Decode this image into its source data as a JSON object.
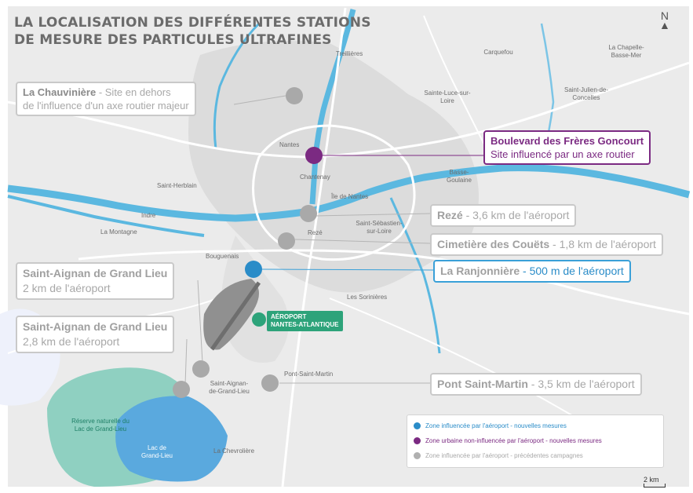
{
  "title": {
    "line1": "LA LOCALISATION DES DIFFÉRENTES STATIONS",
    "line2": "DE MESURE DES PARTICULES ULTRAFINES"
  },
  "north_label": "N",
  "scale_label": "2 km",
  "colors": {
    "water": "#5bb8e0",
    "urban": "#d7d7d7",
    "land": "#e8e8e8",
    "park": "#8fd0c1",
    "lake": "#5aa9de",
    "blue_accent": "#2a8cc8",
    "purple_accent": "#7b2a82",
    "gray_marker": "#a9a9a9",
    "airport_green": "#2da37a"
  },
  "callouts": {
    "chauviniere": {
      "name": "La Chauvinière",
      "sep": " - ",
      "desc": "Site en dehors",
      "desc2": "de l'influence d'un axe routier majeur"
    },
    "goncourt": {
      "name": "Boulevard des Frères Goncourt",
      "desc": "Site influencé par un axe routier"
    },
    "reze": {
      "name": "Rezé",
      "sep": " - ",
      "desc": "3,6 km de l'aéroport"
    },
    "couets": {
      "name": "Cimetière des Couëts",
      "sep": " - ",
      "desc": "1,8 km de l'aéroport"
    },
    "ranjonniere": {
      "name": "La Ranjonnière",
      "sep": " - ",
      "desc": "500 m de l'aéroport"
    },
    "saint_aignan_1": {
      "name": "Saint-Aignan de Grand Lieu",
      "desc": "2 km de l'aéroport"
    },
    "saint_aignan_2": {
      "name": "Saint-Aignan de Grand Lieu",
      "desc": "2,8 km de l'aéroport"
    },
    "pont_saint_martin": {
      "name": "Pont Saint-Martin",
      "sep": " - ",
      "desc": "3,5 km de l'aéroport"
    }
  },
  "airport": {
    "line1": "AÉROPORT",
    "line2": "NANTES-ATLANTIQUE"
  },
  "place_labels": {
    "nantes": "Nantes",
    "chantenay": "Chantenay",
    "saint_herblain": "Saint-Herblain",
    "ile_de_nantes": "Île de Nantes",
    "reze": "Rezé",
    "bouguenais": "Bouguenais",
    "la_montagne": "La Montagne",
    "indre": "Indre",
    "saint_sebastien": "Saint-Sébastien-sur-Loire",
    "sainte_luce": "Sainte-Luce-sur-Loire",
    "basse_goulaine": "Basse-Goulaine",
    "carquefou": "Carquefou",
    "treillieres": "Treillières",
    "la_chapelle": "La Chapelle-Basse-Mer",
    "saint_julien": "Saint-Julien-de-Concelles",
    "les_sorinieres": "Les Sorinières",
    "pont_saint_martin": "Pont-Saint-Martin",
    "saint_aignan": "Saint-Aignan-de-Grand-Lieu",
    "la_chevroliere": "La Chevrolière",
    "lac": "Lac de Grand-Lieu",
    "reserve": "Réserve naturelle du Lac de Grand-Lieu"
  },
  "legend": [
    {
      "label": "Zone influencée par l'aéroport - nouvelles mesures",
      "color": "#2a8cc8"
    },
    {
      "label": "Zone urbaine non-influencée par l'aéroport - nouvelles mesures",
      "color": "#7b2a82"
    },
    {
      "label": "Zone influencée par l'aéroport - précédentes campagnes",
      "color": "#b0b0b0"
    }
  ]
}
